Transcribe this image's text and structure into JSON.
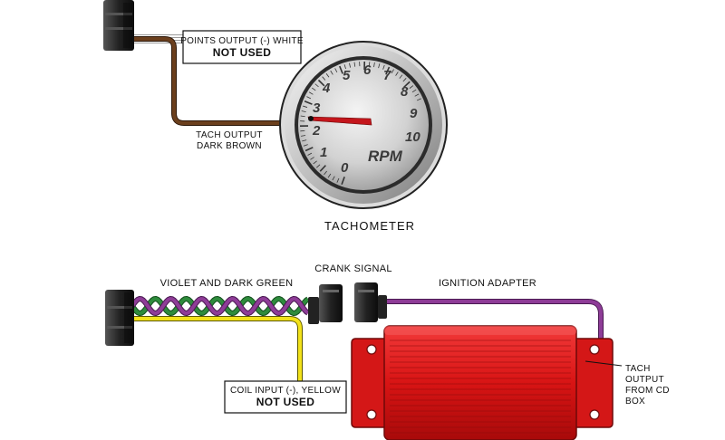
{
  "colors": {
    "brown_wire": "#6b3f1d",
    "violet_wire": "#8e3c97",
    "green_wire": "#2e8b3c",
    "yellow_wire": "#f2e21a",
    "box_red": "#e01b1b"
  },
  "labels": {
    "points_output_line1": "POINTS OUTPUT (-) WHITE",
    "points_output_line2": "NOT USED",
    "tach_output_line1": "TACH OUTPUT",
    "tach_output_line2": "DARK BROWN",
    "tachometer": "TACHOMETER",
    "violet_dark_green": "VIOLET AND DARK GREEN",
    "crank_signal": "CRANK SIGNAL",
    "ignition_adapter": "IGNITION ADAPTER",
    "coil_input_line1": "COIL INPUT (-), YELLOW",
    "coil_input_line2": "NOT USED",
    "tach_cd_line1": "TACH",
    "tach_cd_line2": "OUTPUT",
    "tach_cd_line3": "FROM CD",
    "tach_cd_line4": "BOX"
  },
  "gauge": {
    "numbers": [
      "0",
      "1",
      "2",
      "3",
      "4",
      "5",
      "6",
      "7",
      "8",
      "9",
      "10"
    ],
    "unit": "RPM"
  }
}
